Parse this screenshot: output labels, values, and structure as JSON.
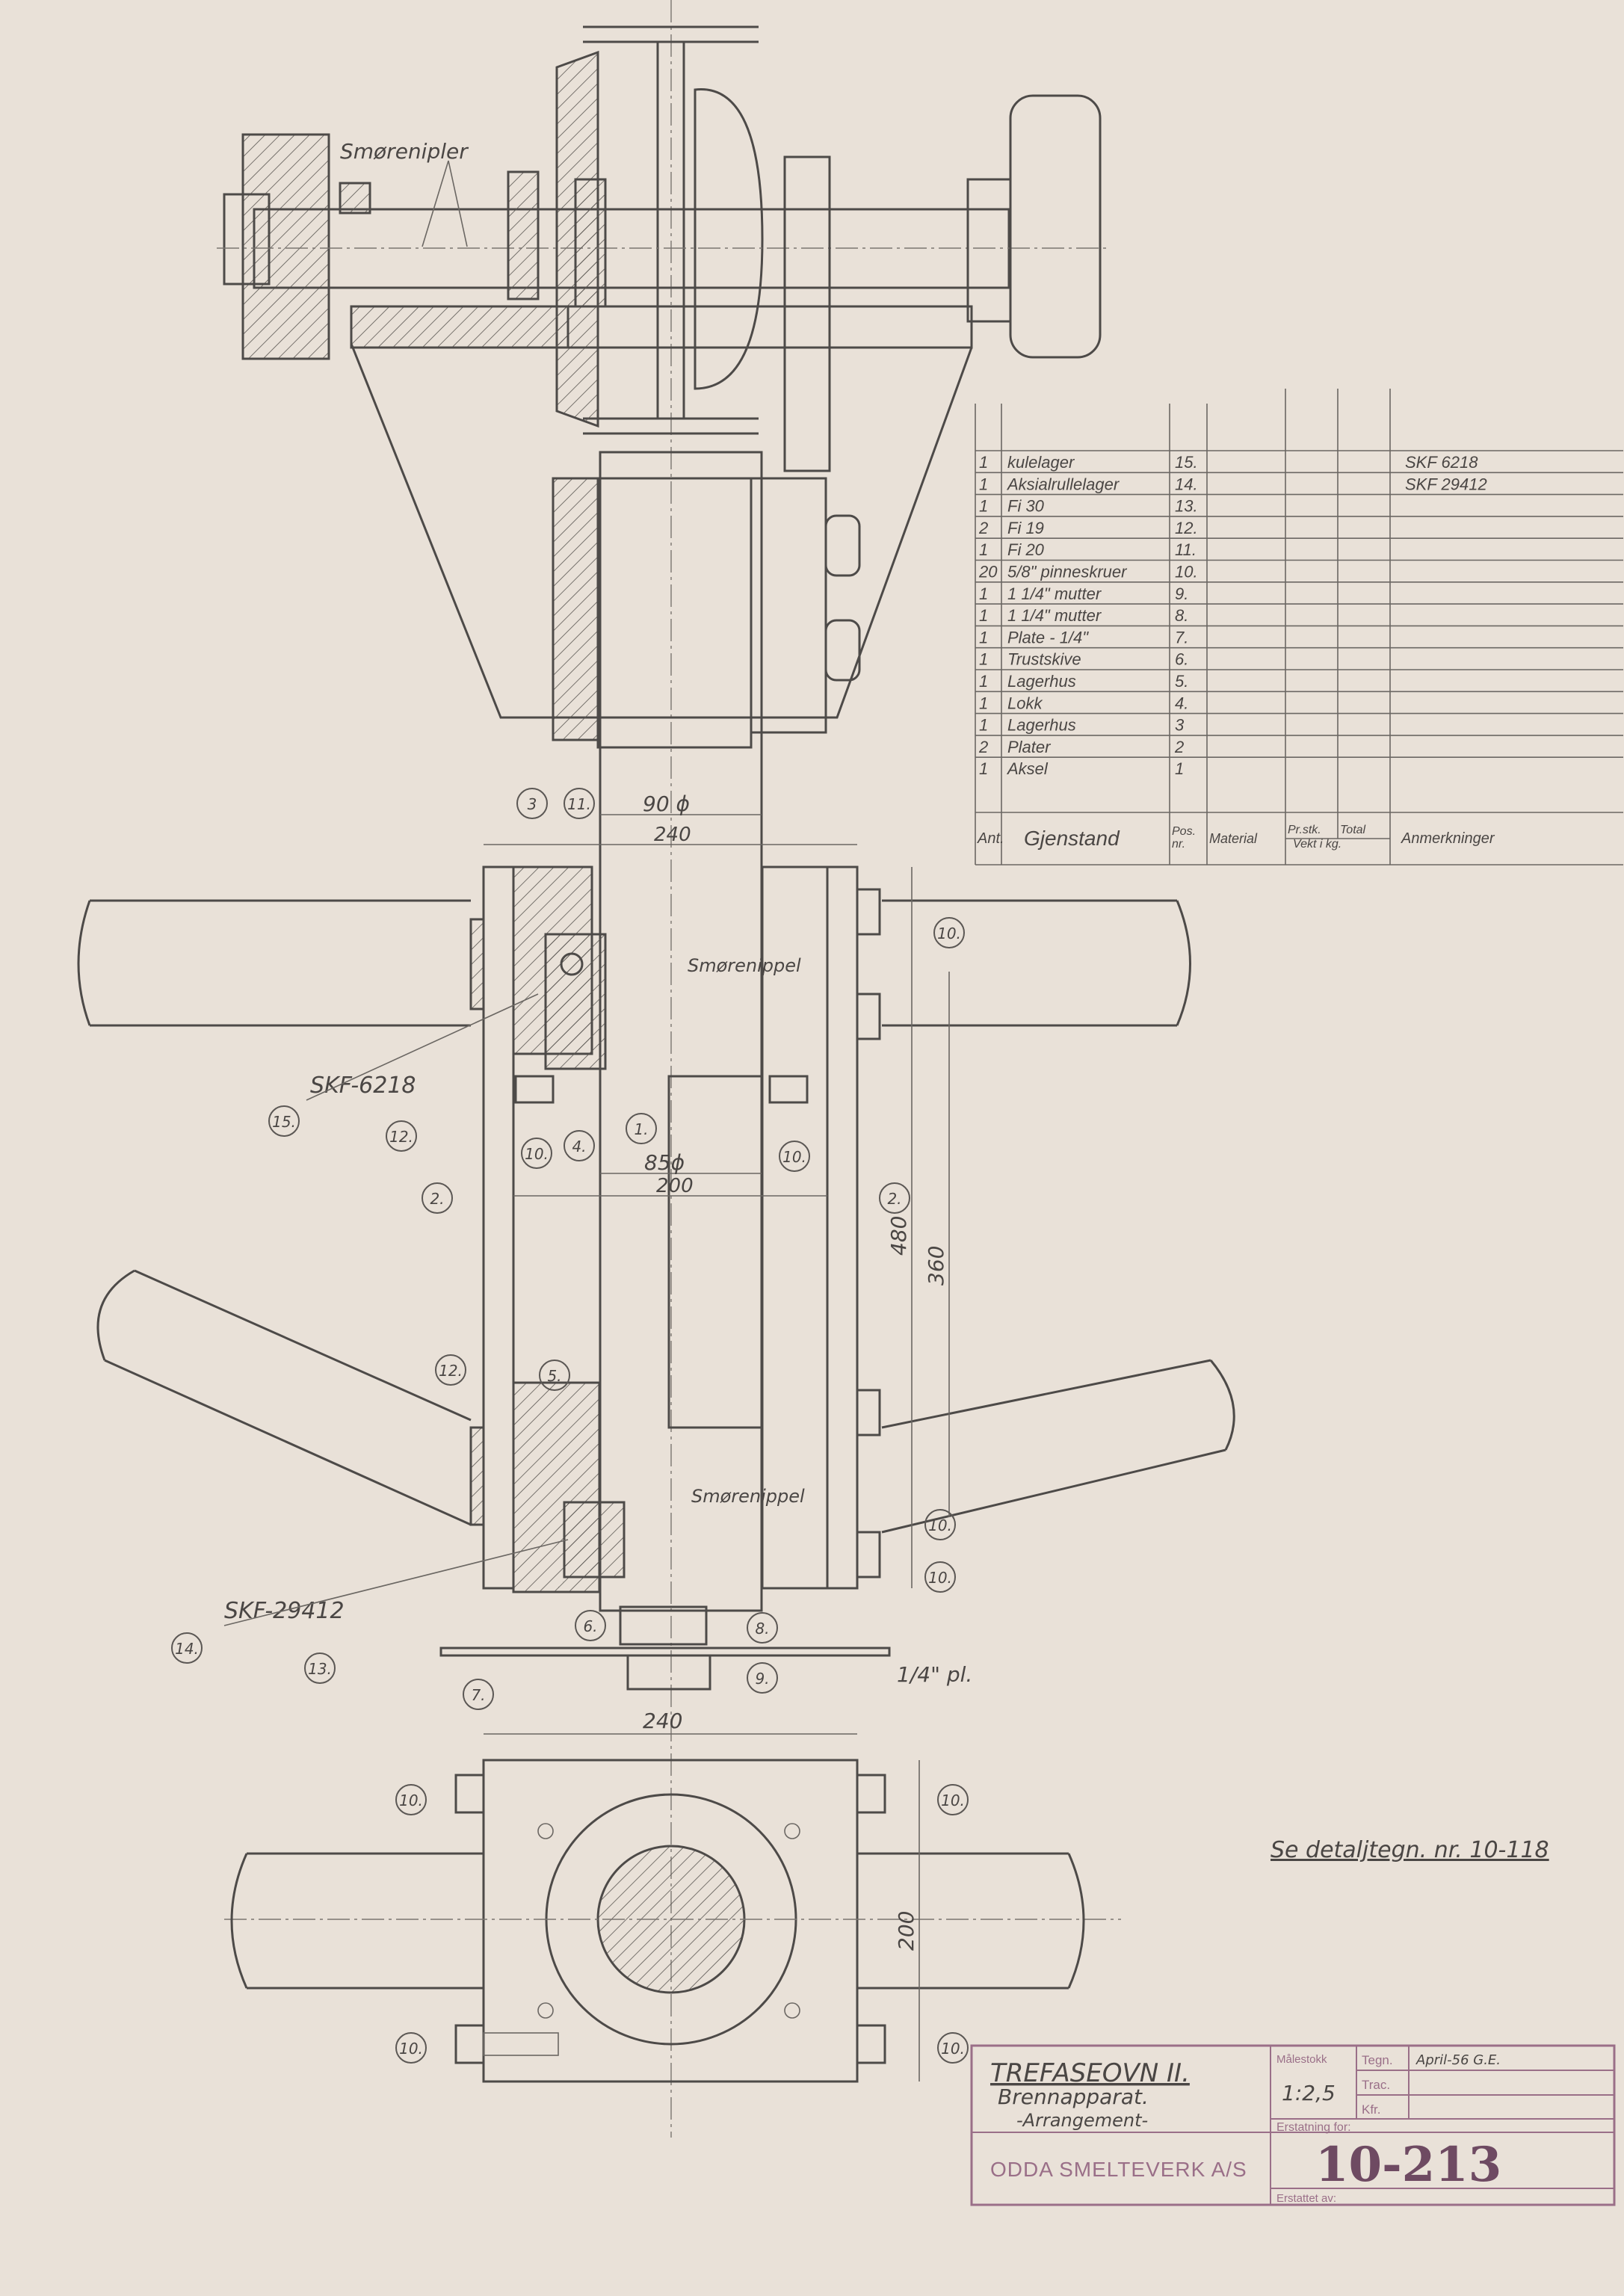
{
  "drawing": {
    "labels": {
      "lubrication_nipples": "Smørenipler",
      "lubrication_nipple_upper": "Smørenippel",
      "lubrication_nipple_lower": "Smørenippel",
      "bearing_upper": "SKF-6218",
      "bearing_lower": "SKF-29412",
      "plate_note": "1/4\" pl.",
      "detail_ref": "Se detaljtegn. nr. 10-118"
    },
    "dimensions": {
      "shaft_dia_upper": "90 ϕ",
      "width_top": "240",
      "shaft_dia_lower": "85ϕ",
      "inner_width": "200",
      "height_total": "480",
      "height_inner": "360",
      "plan_width": "240",
      "plan_depth": "200"
    },
    "balloons": [
      "3",
      "11.",
      "15.",
      "12.",
      "10.",
      "4.",
      "1.",
      "10.",
      "2.",
      "2.",
      "10.",
      "10.",
      "12.",
      "5.",
      "10.",
      "14.",
      "13.",
      "6.",
      "8.",
      "7.",
      "9.",
      "10.",
      "10.",
      "10.",
      "10."
    ]
  },
  "parts_list": {
    "headers": {
      "qty": "Ant.",
      "item": "Gjenstand",
      "pos": "Pos. nr.",
      "material": "Material",
      "weight_each": "Pr.stk.",
      "weight_total": "Total",
      "weight_unit": "Vekt i kg.",
      "remarks": "Anmerkninger"
    },
    "rows": [
      {
        "qty": "1",
        "item": "kulelager",
        "pos": "15.",
        "remarks": "SKF 6218"
      },
      {
        "qty": "1",
        "item": "Aksialrullelager",
        "pos": "14.",
        "remarks": "SKF 29412"
      },
      {
        "qty": "1",
        "item": "Fi 30",
        "pos": "13.",
        "remarks": ""
      },
      {
        "qty": "2",
        "item": "Fi 19",
        "pos": "12.",
        "remarks": ""
      },
      {
        "qty": "1",
        "item": "Fi 20",
        "pos": "11.",
        "remarks": ""
      },
      {
        "qty": "20",
        "item": "5/8\" pinneskruer",
        "pos": "10.",
        "remarks": ""
      },
      {
        "qty": "1",
        "item": "1 1/4\" mutter",
        "pos": "9.",
        "remarks": ""
      },
      {
        "qty": "1",
        "item": "1 1/4\" mutter",
        "pos": "8.",
        "remarks": ""
      },
      {
        "qty": "1",
        "item": "Plate - 1/4\"",
        "pos": "7.",
        "remarks": ""
      },
      {
        "qty": "1",
        "item": "Trustskive",
        "pos": "6.",
        "remarks": ""
      },
      {
        "qty": "1",
        "item": "Lagerhus",
        "pos": "5.",
        "remarks": ""
      },
      {
        "qty": "1",
        "item": "Lokk",
        "pos": "4.",
        "remarks": ""
      },
      {
        "qty": "1",
        "item": "Lagerhus",
        "pos": "3",
        "remarks": ""
      },
      {
        "qty": "2",
        "item": "Plater",
        "pos": "2",
        "remarks": ""
      },
      {
        "qty": "1",
        "item": "Aksel",
        "pos": "1",
        "remarks": ""
      }
    ]
  },
  "title_block": {
    "title": "TREFASEOVN II.",
    "subtitle": "Brennapparat.",
    "subtitle2": "-Arrangement-",
    "scale_label": "Målestokk",
    "scale": "1:2,5",
    "drawn_label": "Tegn.",
    "drawn_value": "April-56 G.E.",
    "traced_label": "Trac.",
    "checked_label": "Kfr.",
    "replaces_label": "Erstatning for:",
    "replaced_by_label": "Erstattet av:",
    "company": "ODDA SMELTEVERK A/S",
    "drawing_number": "10-213"
  }
}
